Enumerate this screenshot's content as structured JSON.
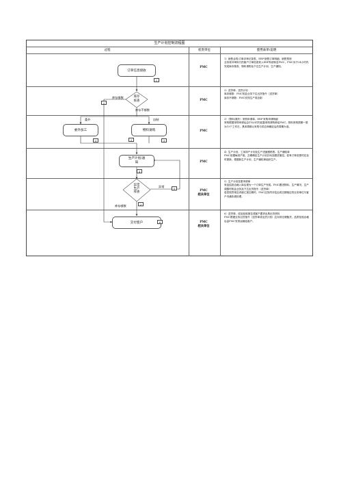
{
  "title": "生产计划控制流程图",
  "headers": {
    "process": "过程",
    "dept": "权责单位",
    "desc": "使用表单/说明"
  },
  "flow": {
    "order_review": "订单信息接收",
    "inventory": "库存\n核查",
    "outsource": "委外加工",
    "material_purchase": "物料请购",
    "plan_notice": "生产计划/通\n知",
    "exception_check": "异常\n生产\n排查",
    "ship": "交付客户",
    "labels": {
      "stock_enough_left": "库存够数",
      "stock_not_enough": "库存不够数",
      "outsource": "委外",
      "self_make": "自制",
      "exception": "异常",
      "stock_enough_bottom": "库存够数"
    },
    "nums": [
      "1",
      "2",
      "3",
      "3",
      "3",
      "4",
      "5",
      "2",
      "6"
    ]
  },
  "rows": [
    {
      "dept": "PMC",
      "desc": "1）销售合同/订单评审记录表、ERP-销售订单明细、销售预测\n业务将评审执行的客户订单信息录入ERP系统转至PMC，PMC对于24小时内完成库存核查、物料请购及下达生产计划、生产通知。"
    },
    {
      "dept": "PMC",
      "desc": "2）送货单、送货计划\n库存够数：PMC知会业务下达出货指令（送货单）\n库存不够数：PMC安排生产或自制"
    },
    {
      "dept": "PMC",
      "desc": "3）（物料/委外）采购申请单、ERP-采购申请明细\n采购根据采购申请后由于4小时内回复采购请购单给PMC，物料采购周期一般为15个工作日，具体周期以采购与供应商确定后的周期为准。"
    },
    {
      "dept": "PMC",
      "desc": "4）生产计划、工序排产计划及生产进度跟踪表、生产通知单\nPMC依据每班产能、交期确定生产计划并动态跟进管控，若有订单变更时应及时更新，根据新生产计划、生产通知单组织生产。"
    },
    {
      "dept": "PMC\n相关单位",
      "desc": "5）生产计划变更申请单\n采品结批合格入库后视为一个订单生产完成。PMC跟进物料、生产情况，生产调整时知会业务及下达出货指令（送货单）\n若发现异常应详细汇报交期时，PMC应协同评估后将交期相应的业务单位与客户沟通协调处理。"
    },
    {
      "dept": "PMC\n相关单位",
      "desc": "6）送货单、成品检验报告或客户要求出具出货资料\nPMC根据业务出货指令（送货单或出货计划）应对到仓储备货，品质检验合格后由PMC安排运输给客户。"
    }
  ]
}
